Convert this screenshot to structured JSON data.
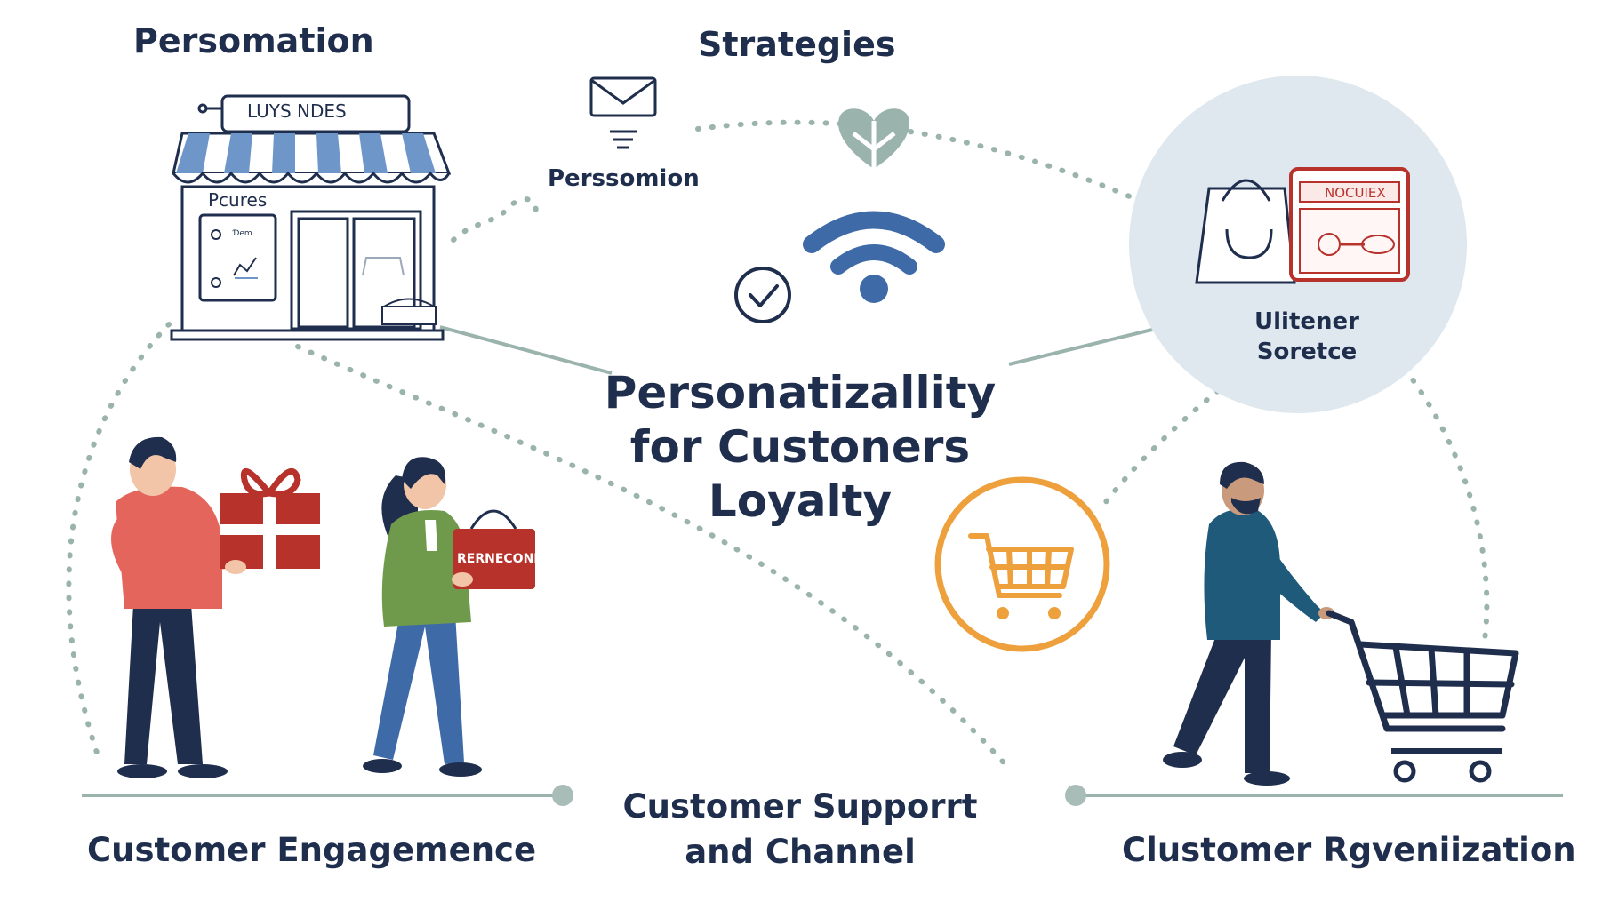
{
  "labels": {
    "top_left_title": "Persomation",
    "top_center_title": "Strategies",
    "email_caption": "Perssomion",
    "central_title_line1": "Personatizallity",
    "central_title_line2": "for Custoners",
    "central_title_line3": "Loyalty",
    "circle_caption_line1": "Ulitener",
    "circle_caption_line2": "Soretce",
    "bottom_left": "Customer Engagemence",
    "bottom_center_line1": "Customer Supporrt",
    "bottom_center_line2": "and Channel",
    "bottom_right": "Clustomer Rgveniization"
  },
  "store": {
    "sign": "LUYS NDES",
    "side_sign": "Pcures",
    "panel_text": "Ɗem"
  },
  "bags": {
    "red_bag_text": "NOCUIEX"
  },
  "woman_bag": {
    "text": "RERNECONP"
  },
  "icons": {
    "store": "storefront-icon",
    "email": "envelope-icon",
    "heart": "heart-icon",
    "wifi": "wifi-icon",
    "check": "check-circle-icon",
    "cart_badge": "shopping-cart-icon",
    "bags": "shopping-bags-icon"
  },
  "colors": {
    "navy": "#1f2e4d",
    "blue": "#3f6aa8",
    "dots": "#9bb3ad",
    "orange": "#eea03c",
    "red": "#b8322c",
    "circle_bg": "#dfe8ee"
  }
}
